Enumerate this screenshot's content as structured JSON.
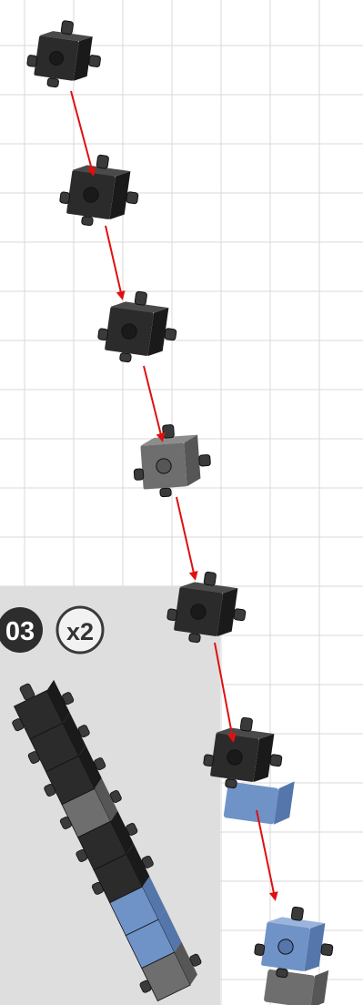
{
  "step": {
    "number": "03",
    "multiplier": "x2"
  },
  "colors": {
    "grid_line": "#d9d9d9",
    "panel": "#dedede",
    "cube_dark": "#2b2b2b",
    "cube_dark_side": "#1a1a1a",
    "cube_dark_top": "#4a4a4a",
    "cube_grey": "#6e6e6e",
    "cube_grey_side": "#565656",
    "cube_grey_top": "#8c8c8c",
    "cube_blue": "#6f93c7",
    "cube_blue_side": "#5476aa",
    "cube_blue_top": "#9ab4dc",
    "arrow": "#e01010",
    "badge_dark": "#2d2d2d",
    "badge_outline": "#3a3a3a"
  },
  "parts": [
    {
      "name": "cube-1",
      "kind": "dark"
    },
    {
      "name": "cube-2",
      "kind": "dark"
    },
    {
      "name": "cube-3",
      "kind": "dark"
    },
    {
      "name": "cube-4",
      "kind": "grey"
    },
    {
      "name": "cube-5",
      "kind": "dark"
    },
    {
      "name": "cube-6",
      "kind": "dark-with-blue"
    },
    {
      "name": "cube-7",
      "kind": "blue"
    }
  ]
}
